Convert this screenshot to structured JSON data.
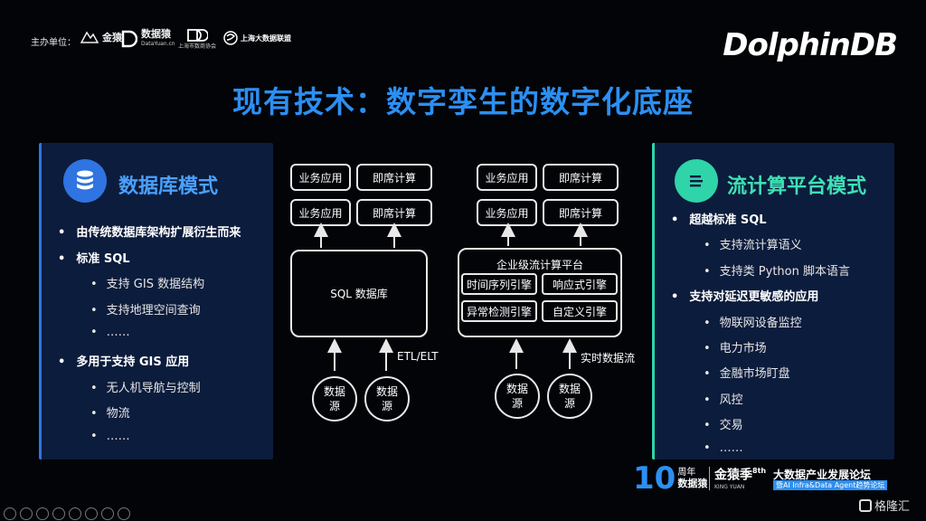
{
  "header": {
    "sponsor_label": "主办单位：",
    "logo1_caption": "金猿",
    "logo2_name": "数据猿",
    "logo2_sub": "DataYuan.cn",
    "logo3_sub": "上海市数商协会",
    "logo4_name": "上海大数据联盟",
    "brand": "DolphinDB"
  },
  "title": "现有技术：数字孪生的数字化底座",
  "left_panel": {
    "title": "数据库模式",
    "icon": "database-icon",
    "accent": "#2f74e0",
    "items": [
      {
        "level": 1,
        "text": "由传统数据库架构扩展衍生而来"
      },
      {
        "level": 1,
        "text": "标准 SQL"
      },
      {
        "level": 2,
        "text": "支持 GIS 数据结构"
      },
      {
        "level": 2,
        "text": "支持地理空间查询"
      },
      {
        "level": 2,
        "text": "……"
      },
      {
        "level": 1,
        "text": "多用于支持 GIS 应用"
      },
      {
        "level": 2,
        "text": "无人机导航与控制"
      },
      {
        "level": 2,
        "text": "物流"
      },
      {
        "level": 2,
        "text": "……"
      }
    ]
  },
  "right_panel": {
    "title": "流计算平台模式",
    "icon": "menu-lines-icon",
    "accent": "#2fd4a9",
    "items": [
      {
        "level": 1,
        "text": "超越标准 SQL"
      },
      {
        "level": 2,
        "text": "支持流计算语义"
      },
      {
        "level": 2,
        "text": "支持类 Python 脚本语言"
      },
      {
        "level": 1,
        "text": "支持对延迟更敏感的应用"
      },
      {
        "level": 2,
        "text": "物联网设备监控"
      },
      {
        "level": 2,
        "text": "电力市场"
      },
      {
        "level": 2,
        "text": "金融市场盯盘"
      },
      {
        "level": 2,
        "text": "风控"
      },
      {
        "level": 2,
        "text": "交易"
      },
      {
        "level": 2,
        "text": "……"
      }
    ]
  },
  "diagram_left": {
    "app1": "业务应用",
    "query1": "即席计算",
    "app2": "业务应用",
    "query2": "即席计算",
    "db": "SQL 数据库",
    "etl": "ETL/ELT",
    "src1_line1": "数据",
    "src1_line2": "源",
    "src2_line1": "数据",
    "src2_line2": "源"
  },
  "diagram_right": {
    "app1": "业务应用",
    "query1": "即席计算",
    "app2": "业务应用",
    "query2": "即席计算",
    "platform": "企业级流计算平台",
    "engine1": "时间序列引擎",
    "engine2": "响应式引擎",
    "engine3": "异常检测引擎",
    "engine4": "自定义引擎",
    "stream": "实时数据流",
    "src1_line1": "数据",
    "src1_line2": "源",
    "src2_line1": "数据",
    "src2_line2": "源"
  },
  "footer": {
    "anniv_label": "周年",
    "anniv_brand": "数据猿",
    "season": "金猿季",
    "season_num": "8th",
    "season_en": "KING YUAN",
    "forum_title": "大数据产业发展论坛",
    "forum_sub": "暨AI Infra&Data Agent趋势论坛",
    "watermark": "格隆汇"
  }
}
